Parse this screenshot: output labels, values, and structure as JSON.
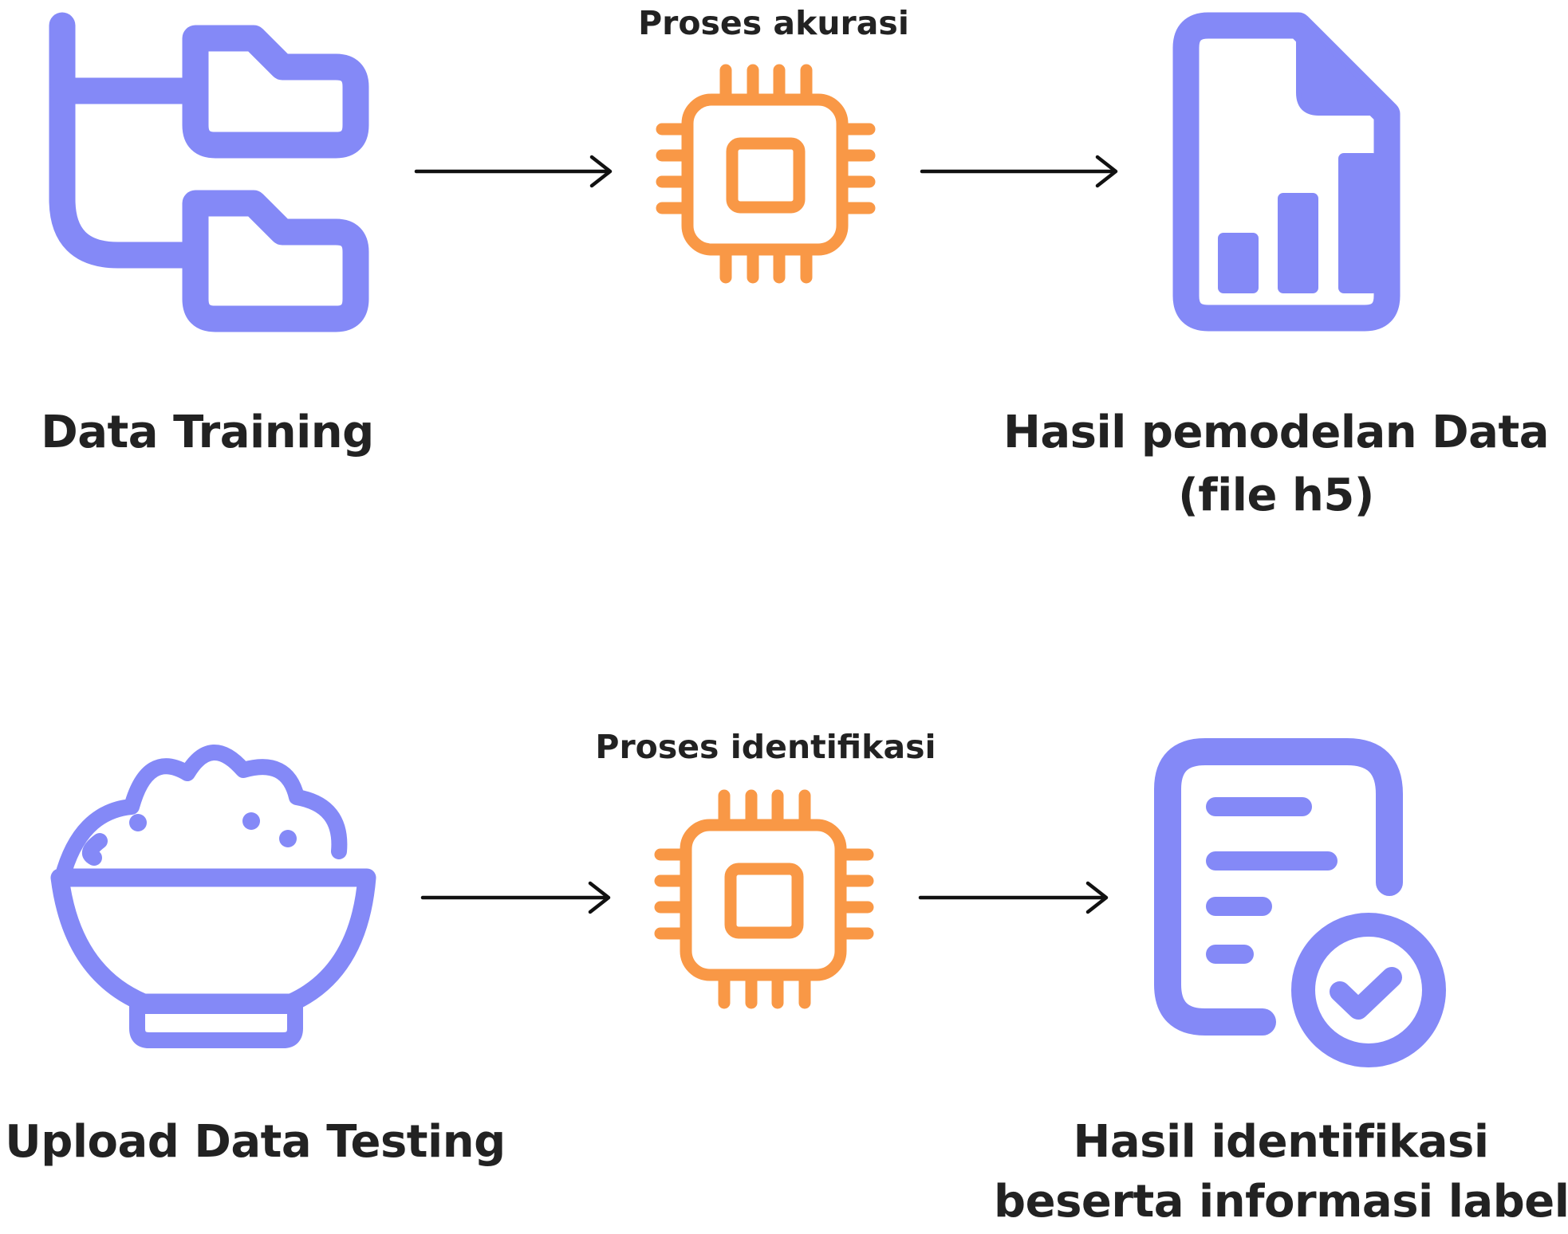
{
  "colors": {
    "primary": "#8489F7",
    "accent": "#F99846",
    "text": "#222222",
    "arrow": "#111111"
  },
  "row1": {
    "source_label": "Data Training",
    "source_icon": "folder-tree-icon",
    "process_label": "Proses akurasi",
    "process_icon": "cpu-chip-icon",
    "output_label_line1": "Hasil pemodelan Data",
    "output_label_line2": "(file h5)",
    "output_icon": "chart-file-icon"
  },
  "row2": {
    "source_label": "Upload Data Testing",
    "source_icon": "rice-bowl-icon",
    "process_label": "Proses identifikasi",
    "process_icon": "cpu-chip-icon",
    "output_label_line1": "Hasil identifikasi",
    "output_label_line2": "beserta informasi label",
    "output_icon": "document-check-icon"
  }
}
